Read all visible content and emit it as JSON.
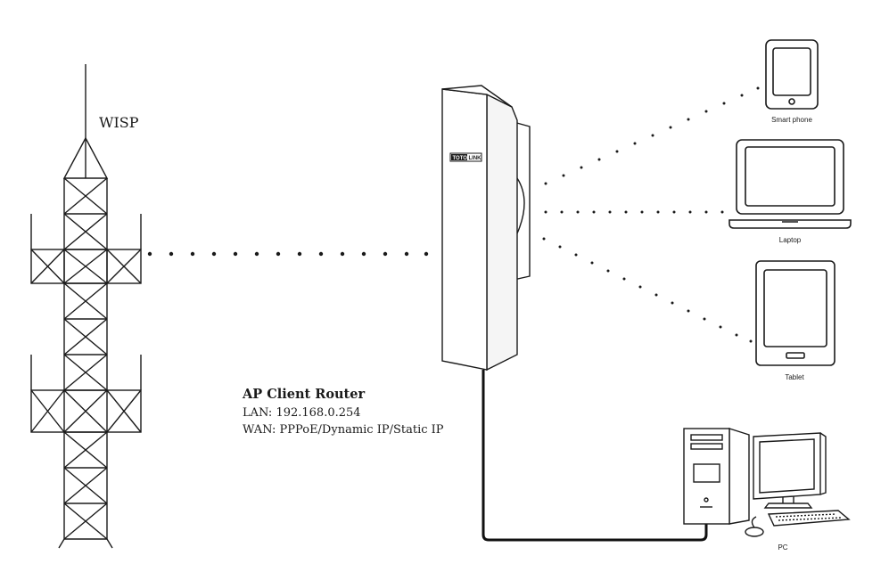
{
  "tower": {
    "label": "WISP"
  },
  "router": {
    "brand_left": "TOTO",
    "brand_right": "LINK",
    "title": "AP Client Router",
    "lan": "LAN: 192.168.0.254",
    "wan": "WAN: PPPoE/Dynamic IP/Static IP"
  },
  "devices": {
    "smartphone": "Smart phone",
    "laptop": "Laptop",
    "tablet": "Tablet",
    "pc": "PC"
  }
}
